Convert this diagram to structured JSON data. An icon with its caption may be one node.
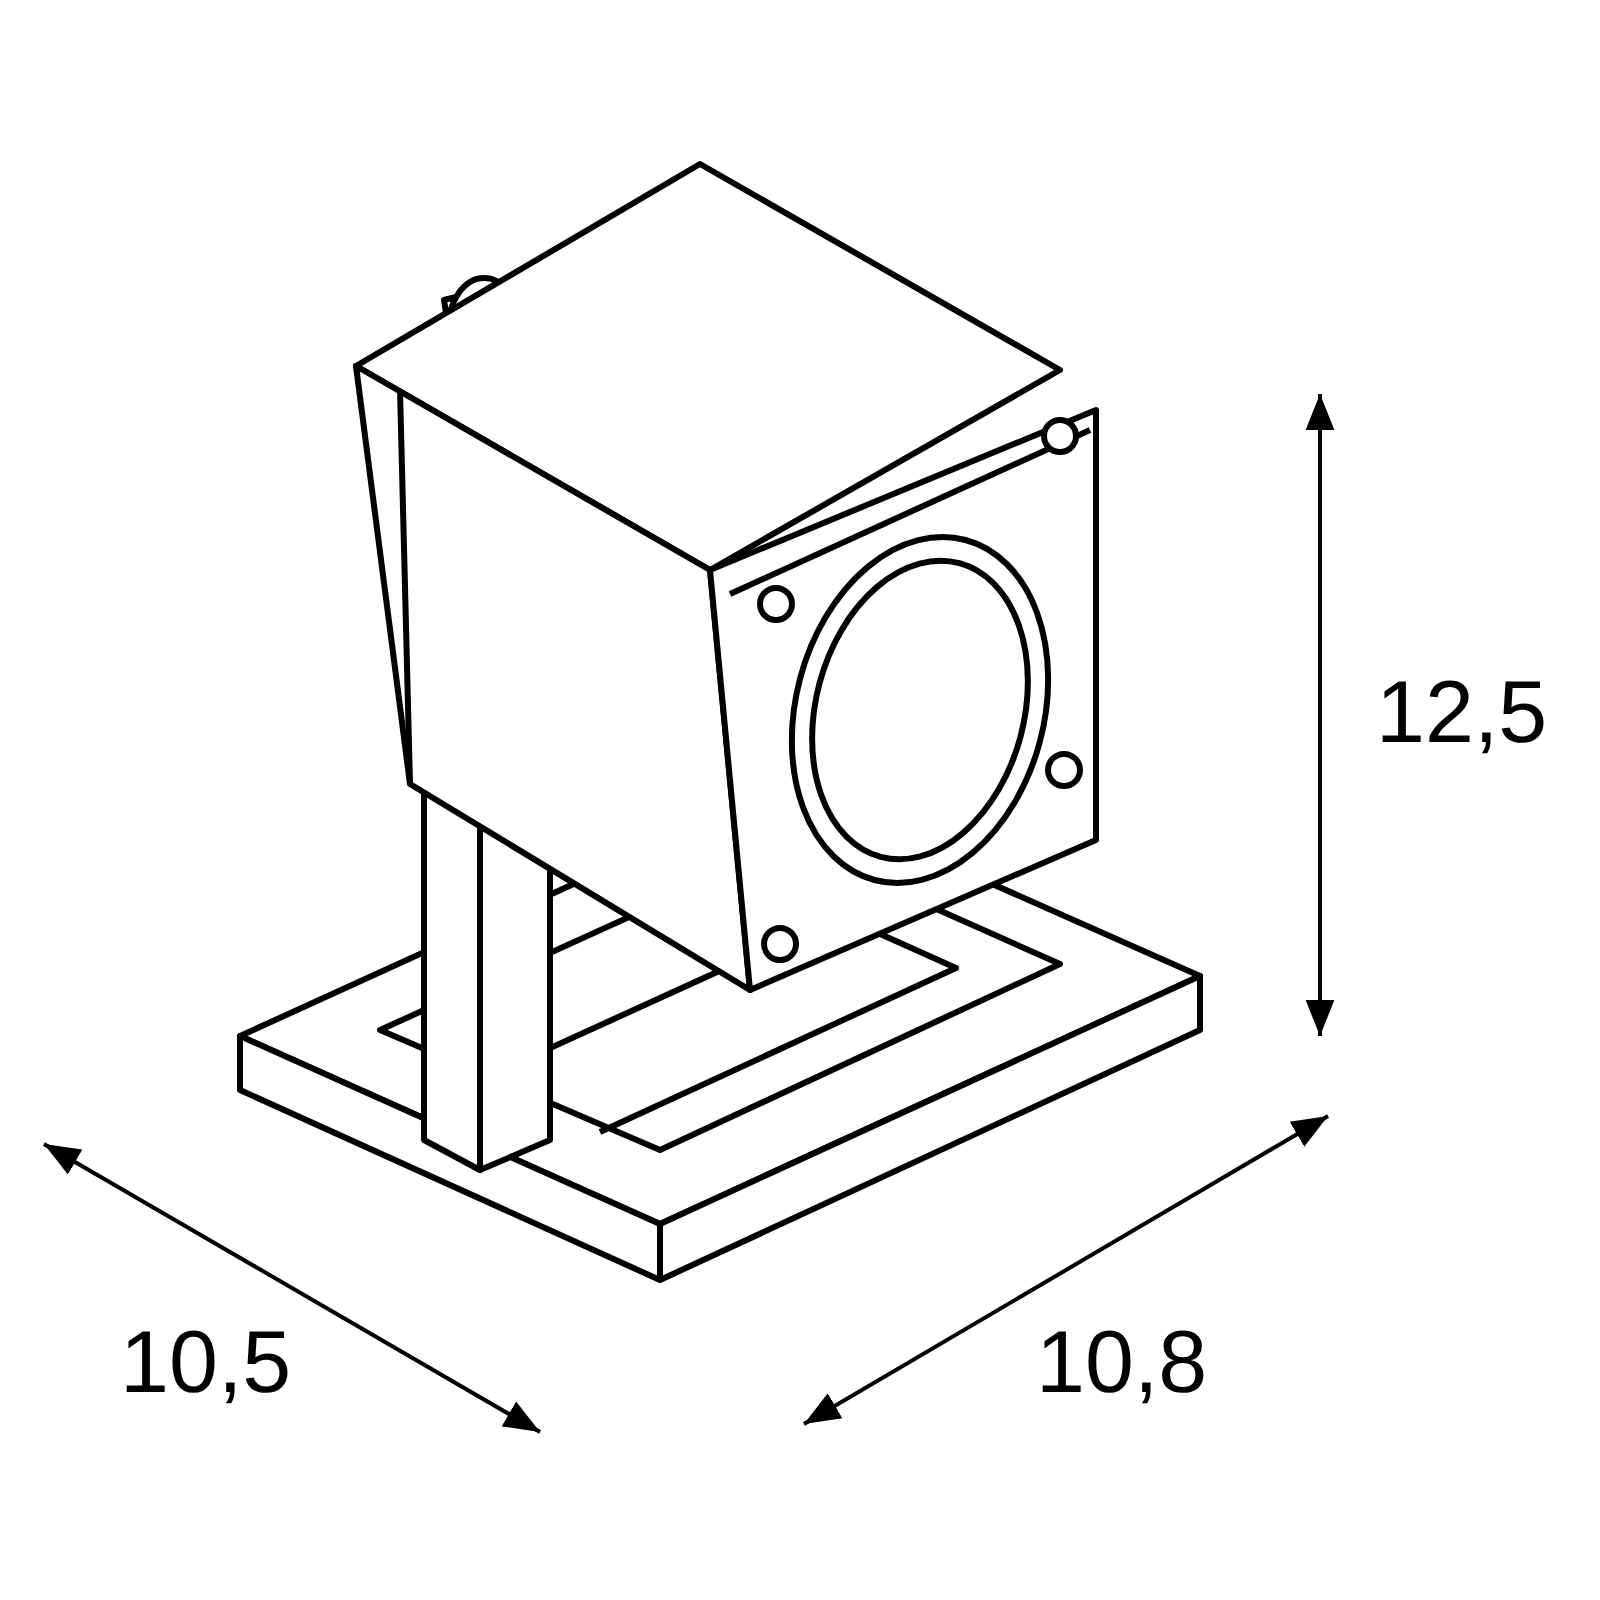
{
  "diagram": {
    "labels": [
      "12,5",
      "10,5",
      "10,8"
    ]
  }
}
